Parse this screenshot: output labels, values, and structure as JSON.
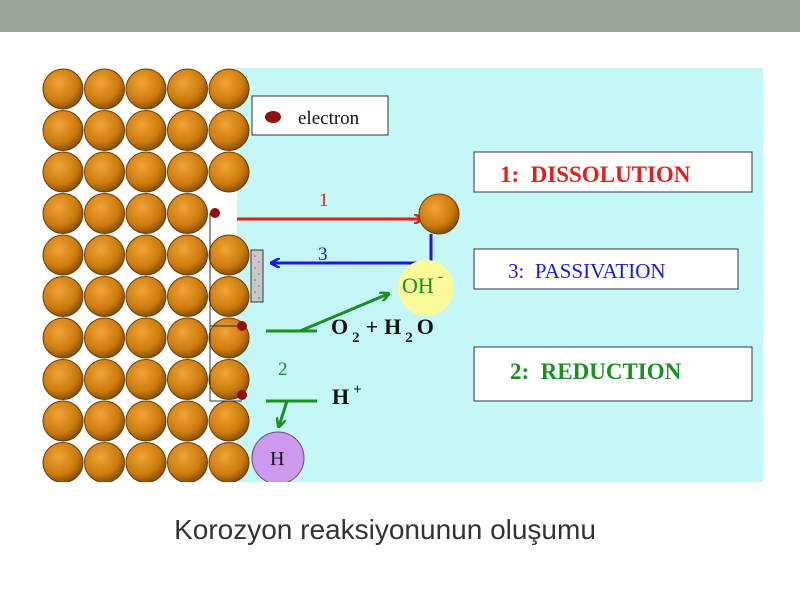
{
  "colors": {
    "background": "#c6f7f7",
    "atom_fill": "#d3810f",
    "atom_stroke": "#6a3e06",
    "electron": "#8f1010",
    "dissolution": "#e31e1e",
    "passivation": "#1a1ad8",
    "reduction": "#1a8f22",
    "hydrogen": "#cc99ee",
    "hydroxide": "#fafa9a"
  },
  "legend": {
    "electron_label": "electron"
  },
  "labels": {
    "dissolution": "1:  DISSOLUTION",
    "passivation": "3:  PASSIVATION",
    "reduction": "2:  REDUCTION"
  },
  "arrows": {
    "dissolution_number": "1",
    "passivation_number": "3",
    "reduction_number": "2"
  },
  "species": {
    "hydroxide": "OH",
    "hydroxide_charge": "-",
    "oxygen": "O",
    "oxygen_sub": "2",
    "plus": "+",
    "hydrogen_water": "H",
    "water_sub": "2",
    "water_o": "O",
    "proton": "H",
    "proton_charge": "+",
    "hydrogen_atom": "H"
  },
  "caption": "Korozyon reaksiyonunun oluşumu"
}
